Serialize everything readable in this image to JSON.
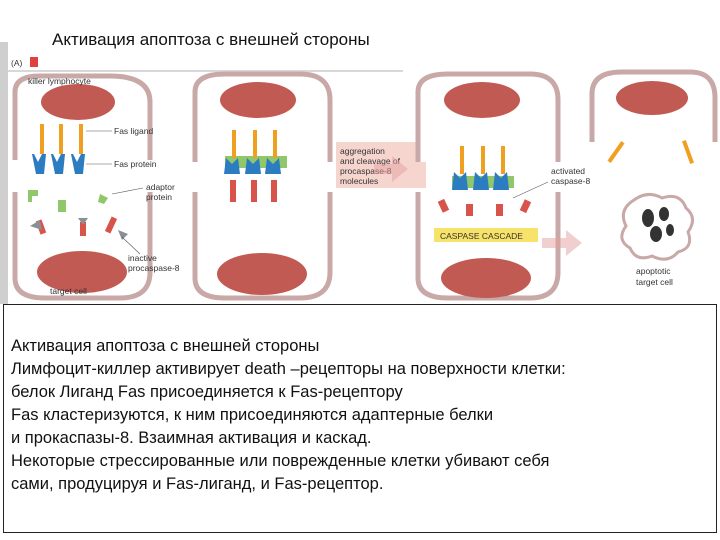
{
  "slide": {
    "title": "Активация апоптоза с внешней стороны"
  },
  "figure": {
    "panel_tag": "(A)",
    "labels": {
      "killer": "killer lymphocyte",
      "fas_ligand": "Fas ligand",
      "fas_protein": "Fas protein",
      "adaptor": "adaptor",
      "protein": "protein",
      "inactive": "inactive",
      "procaspase": "procaspase-8",
      "target": "target cell",
      "agg1": "aggregation",
      "agg2": "and cleavage of",
      "agg3": "procaspase-8",
      "agg4": "molecules",
      "act1": "activated",
      "act2": "caspase-8",
      "cascade": "CASPASE CASCADE",
      "apop1": "apoptotic",
      "apop2": "target cell"
    }
  },
  "caption": {
    "lines": [
      "Активация апоптоза с внешней стороны",
      "Лимфоцит-киллер активирует death –рецепторы  на поверхности клетки:",
      "белок Лиганд Fas присоединяется к Fas-рецептору",
      "Fas кластеризуются, к ним присоединяются адаптерные белки",
      "и прокаспазы-8. Взаимная активация и каскад.",
      "Некоторые стрессированные или поврежденные клетки убивают себя",
      "сами, продуцируя и Fas-лиганд, и Fas-рецептор."
    ]
  },
  "colors": {
    "membrane": "#c9a8a8",
    "nucleus": "#c05a52",
    "fas_blue": "#2b7cc0",
    "ligand_orange": "#f0a020",
    "adaptor_green": "#8fc76a",
    "procaspase_red": "#d8544a",
    "procaspase_grey": "#8a8f94",
    "note_fill": "#f7d5cf",
    "cascade_fill": "#f8e36a"
  }
}
